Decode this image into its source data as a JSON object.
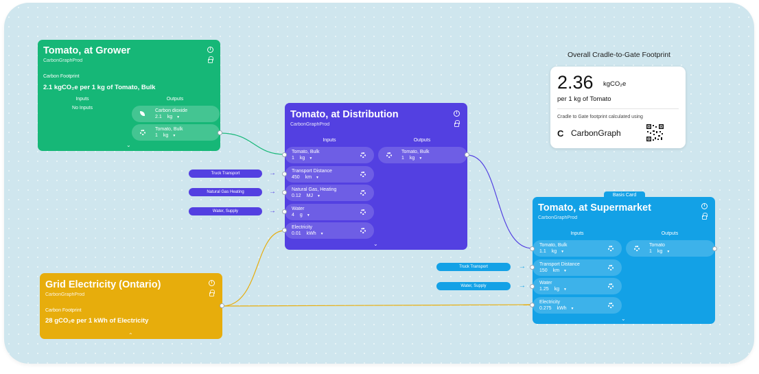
{
  "colors": {
    "canvas": "#cfe6ee",
    "grower": "#16b777",
    "distribution": "#5340e1",
    "supermarket": "#13a1e6",
    "electricity": "#e7ad0c"
  },
  "summary": {
    "title": "Overall Cradle-to-Gate Footprint",
    "value": "2.36",
    "unit": "kgCO₂e",
    "per": "per 1 kg of Tomato",
    "note": "Cradle to Gate footprint calculated using",
    "brand_logo": "C",
    "brand": "CarbonGraph"
  },
  "grower": {
    "title": "Tomato, at Grower",
    "sub": "CarbonGraphProd",
    "fp_label": "Carbon Footprint",
    "fp_value": "2.1 kgCO₂e per 1 kg of Tomato, Bulk",
    "inputs_label": "Inputs",
    "outputs_label": "Outputs",
    "no_inputs": "No Inputs",
    "outputs": [
      {
        "name": "Carbon dioxide",
        "value": "2.1",
        "unit": "kg"
      },
      {
        "name": "Tomato, Bulk",
        "value": "1",
        "unit": "kg"
      }
    ]
  },
  "distribution": {
    "title": "Tomato, at Distribution",
    "sub": "CarbonGraphProd",
    "inputs_label": "Inputs",
    "outputs_label": "Outputs",
    "inputs": [
      {
        "name": "Tomato, Bulk",
        "value": "1",
        "unit": "kg"
      },
      {
        "name": "Transport Distance",
        "value": "450",
        "unit": "km"
      },
      {
        "name": "Natural Gas, Heating",
        "value": "0.12",
        "unit": "MJ"
      },
      {
        "name": "Water",
        "value": "4",
        "unit": "g"
      },
      {
        "name": "Electricity",
        "value": "0.01",
        "unit": "kWh"
      }
    ],
    "outputs": [
      {
        "name": "Tomato, Bulk",
        "value": "1",
        "unit": "kg"
      }
    ],
    "tags": [
      "Truck Transport",
      "Natural Gas Heating",
      "Water, Supply"
    ]
  },
  "supermarket": {
    "badge": "Basis Card",
    "title": "Tomato, at Supermarket",
    "sub": "CarbonGraphProd",
    "inputs_label": "Inputs",
    "outputs_label": "Outputs",
    "inputs": [
      {
        "name": "Tomato, Bulk",
        "value": "1.1",
        "unit": "kg"
      },
      {
        "name": "Transport Distance",
        "value": "150",
        "unit": "km"
      },
      {
        "name": "Water",
        "value": "1.25",
        "unit": "kg"
      },
      {
        "name": "Electricity",
        "value": "0.275",
        "unit": "kWh"
      }
    ],
    "outputs": [
      {
        "name": "Tomato",
        "value": "1",
        "unit": "kg"
      }
    ],
    "tags": [
      "Truck Transport",
      "Water, Supply"
    ]
  },
  "electricity": {
    "title": "Grid Electricity (Ontario)",
    "sub": "CarbonGraphProd",
    "fp_label": "Carbon Footprint",
    "fp_value": "28 gCO₂e per 1 kWh of Electricity"
  },
  "icons": {
    "info": "info-icon",
    "lock": "lock-icon",
    "gear": "gear-icon",
    "leaf": "leaf-icon",
    "dropdown": "chevron-down-icon",
    "expand": "chevron-down-icon",
    "collapse": "chevron-up-icon",
    "arrow": "arrow-right-icon",
    "qr": "qr-code-icon",
    "chevron_down_glyph": "⌄",
    "chevron_up_glyph": "⌃",
    "dropdown_glyph": "▼",
    "arrow_glyph": "→",
    "info_glyph": "i"
  }
}
